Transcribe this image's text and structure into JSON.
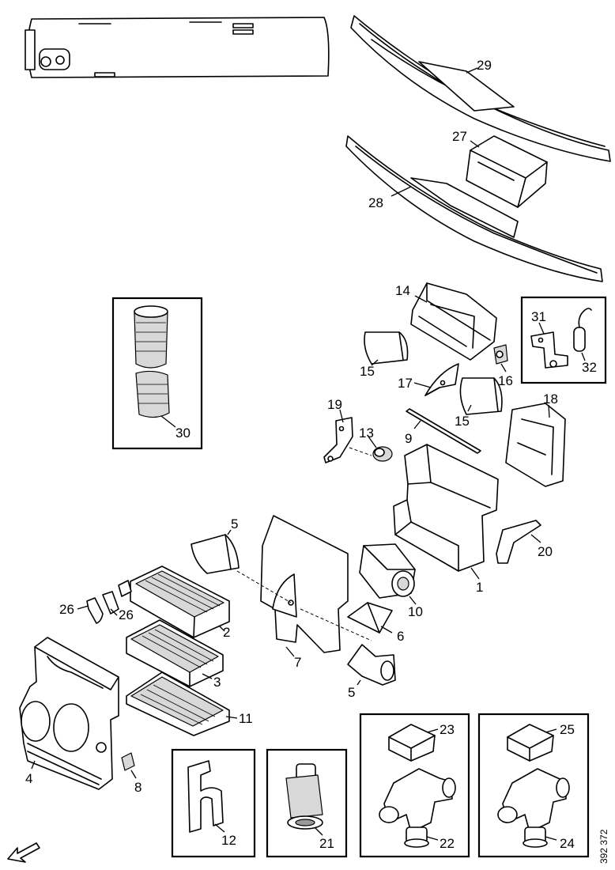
{
  "labels": {
    "p1": "1",
    "p2": "2",
    "p3": "3",
    "p4": "4",
    "p5a": "5",
    "p5b": "5",
    "p6": "6",
    "p7": "7",
    "p8": "8",
    "p9": "9",
    "p10": "10",
    "p11": "11",
    "p12": "12",
    "p13": "13",
    "p14": "14",
    "p15a": "15",
    "p15b": "15",
    "p16": "16",
    "p17": "17",
    "p18": "18",
    "p19": "19",
    "p20": "20",
    "p21": "21",
    "p22": "22",
    "p23": "23",
    "p24": "24",
    "p25": "25",
    "p26a": "26",
    "p26b": "26",
    "p27": "27",
    "p28": "28",
    "p29": "29",
    "p30": "30",
    "p31": "31",
    "p32": "32"
  },
  "reference": "392 372",
  "icons": {
    "direction": "direction-arrow-icon"
  }
}
